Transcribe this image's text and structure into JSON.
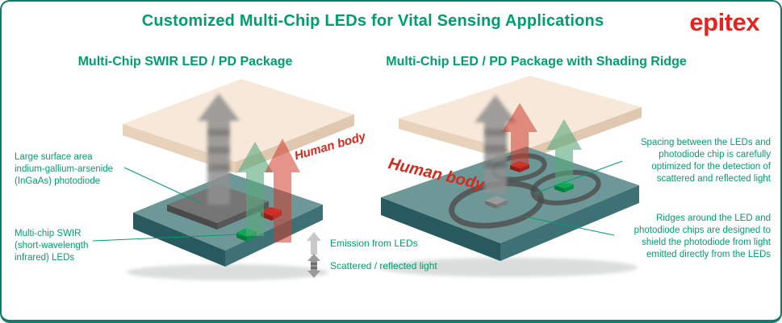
{
  "header": {
    "title": "Customized Multi-Chip LEDs for Vital Sensing Applications",
    "logo": "epitex"
  },
  "left_panel": {
    "heading": "Multi-Chip SWIR LED / PD Package",
    "photodiode_label": "Large surface area\nindium-gallium-arsenide\n(InGaAs) photodiode",
    "leds_label": "Multi-chip SWIR\n(short-wavelength\ninfrared) LEDs",
    "human_body": "Human body"
  },
  "right_panel": {
    "heading": "Multi-Chip LED / PD Package with Shading Ridge",
    "spacing_label": "Spacing between the LEDs and\nphotodiode chip is carefully\noptimized for the detection of\nscattered and reflected light",
    "ridges_label": "Ridges around the LED and\nphotodiode chips are designed to\nshield the photodiode from light\nemitted directly from the LEDs",
    "human_body": "Human body"
  },
  "legend": {
    "emission": "Emission from LEDs",
    "scattered": "Scattered / reflected light"
  },
  "colors": {
    "accent_green": "#009e6b",
    "logo_red": "#e5231f",
    "human_body_red": "#d6281c",
    "body_beige": "#f7e8d9",
    "package_teal": "#6d9897",
    "led_green": "#0caa55",
    "led_red": "#d02d27"
  }
}
